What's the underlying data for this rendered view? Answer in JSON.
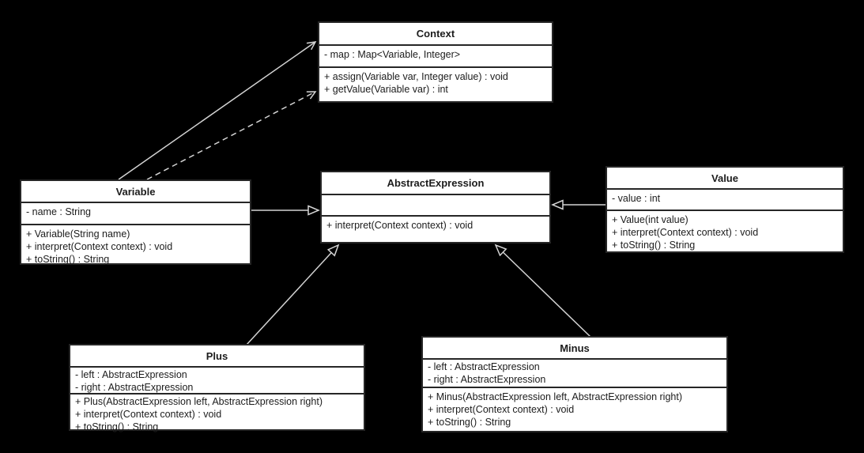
{
  "diagram": {
    "kind": "uml-class-diagram",
    "background_color": "#000000",
    "box_fill": "#ffffff",
    "box_border_color": "#262626",
    "connector_color": "#d4d4d4",
    "classes": [
      {
        "name": "Context",
        "attributes": [
          "- map : Map<Variable, Integer>"
        ],
        "methods": [
          "+ assign(Variable var, Integer value) : void",
          "+ getValue(Variable var) : int"
        ]
      },
      {
        "name": "Variable",
        "attributes": [
          "- name : String"
        ],
        "methods": [
          "+ Variable(String name)",
          "+ interpret(Context context) : void",
          "+ toString() : String"
        ]
      },
      {
        "name": "AbstractExpression",
        "attributes": [],
        "methods": [
          "+ interpret(Context context) : void"
        ]
      },
      {
        "name": "Value",
        "attributes": [
          "- value : int"
        ],
        "methods": [
          "+ Value(int value)",
          "+ interpret(Context context) : void",
          "+ toString() : String"
        ]
      },
      {
        "name": "Plus",
        "attributes": [
          "- left : AbstractExpression",
          "- right : AbstractExpression"
        ],
        "methods": [
          "+ Plus(AbstractExpression left, AbstractExpression right)",
          "+ interpret(Context context) : void",
          "+ toString() : String"
        ]
      },
      {
        "name": "Minus",
        "attributes": [
          "- left : AbstractExpression",
          "- right : AbstractExpression"
        ],
        "methods": [
          "+ Minus(AbstractExpression left, AbstractExpression right)",
          "+ interpret(Context context) : void",
          "+ toString() : String"
        ]
      }
    ],
    "relationships": [
      {
        "from": "Variable",
        "to": "Context",
        "type": "association",
        "line": "solid",
        "arrow": "open"
      },
      {
        "from": "Variable",
        "to": "Context",
        "type": "dependency",
        "line": "dashed",
        "arrow": "open"
      },
      {
        "from": "Variable",
        "to": "AbstractExpression",
        "type": "generalization",
        "line": "solid",
        "arrow": "hollow-triangle"
      },
      {
        "from": "Value",
        "to": "AbstractExpression",
        "type": "generalization",
        "line": "solid",
        "arrow": "hollow-triangle"
      },
      {
        "from": "Plus",
        "to": "AbstractExpression",
        "type": "generalization",
        "line": "solid",
        "arrow": "hollow-triangle"
      },
      {
        "from": "Minus",
        "to": "AbstractExpression",
        "type": "generalization",
        "line": "solid",
        "arrow": "hollow-triangle"
      }
    ]
  }
}
